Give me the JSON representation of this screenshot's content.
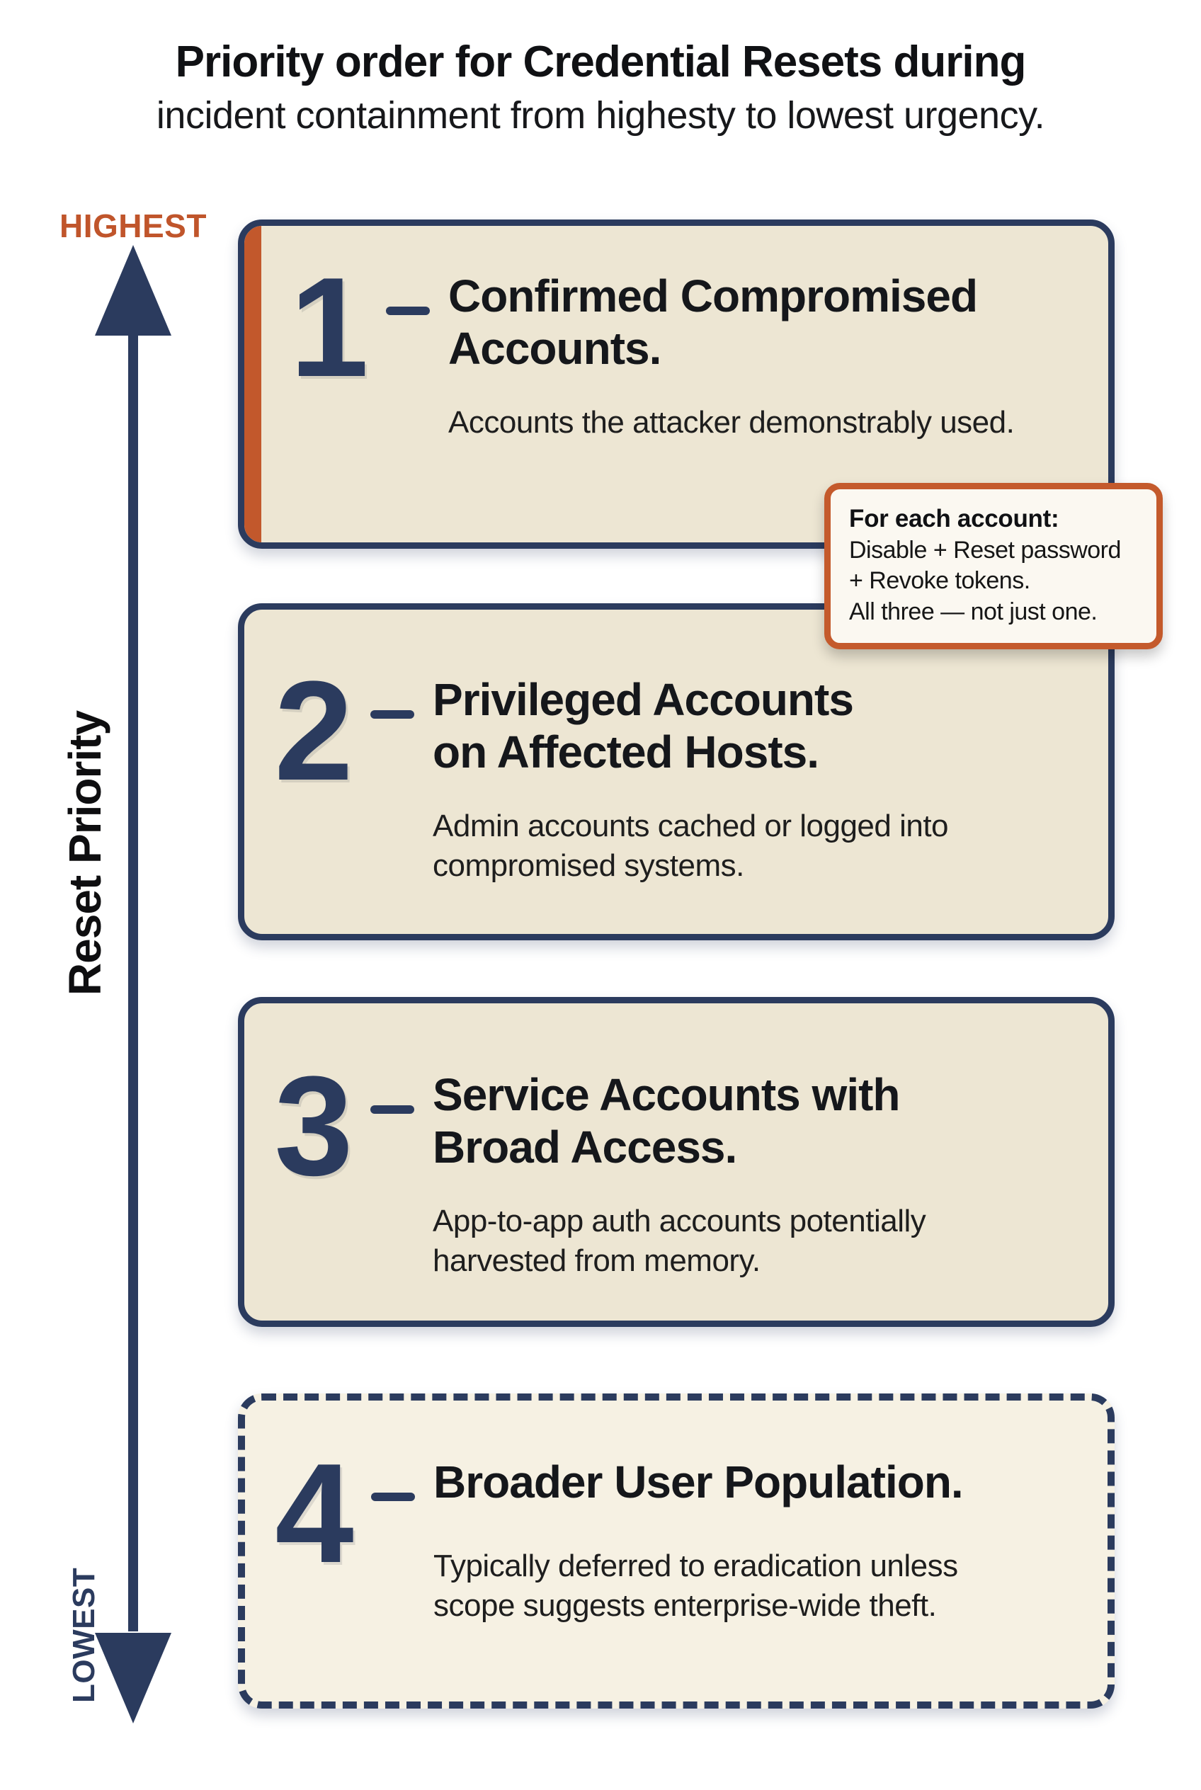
{
  "title": {
    "line1": "Priority order for Credential Resets during",
    "line2": "incident containment from highesty to lowest urgency."
  },
  "axis": {
    "top_label": "HIGHEST",
    "bottom_label": "LOWEST",
    "label": "Reset Priority"
  },
  "priorities": [
    {
      "number": "1",
      "heading": "Confirmed Compromised\nAccounts.",
      "description": "Accounts the attacker demonstrably used."
    },
    {
      "number": "2",
      "heading": "Privileged Accounts\non Affected Hosts.",
      "description": "Admin accounts cached or logged into\ncompromised systems."
    },
    {
      "number": "3",
      "heading": "Service Accounts with\nBroad Access.",
      "description": "App-to-app auth accounts potentially\nharvested from memory."
    },
    {
      "number": "4",
      "heading": "Broader User Population.",
      "description": "Typically deferred to eradication unless\nscope suggests enterprise-wide theft."
    }
  ],
  "callout": {
    "heading": "For each account:",
    "lines": [
      "Disable + Reset password",
      "+ Revoke tokens.",
      "All three — not just one."
    ]
  },
  "colors": {
    "navy": "#2b3b5e",
    "orange_accent": "#c2582c",
    "orange_label": "#c0552b",
    "callout_border": "#c45a2c",
    "box_bg": "#ede6d3",
    "box4_bg": "#f6f1e3",
    "callout_bg": "#fbf8f1"
  }
}
